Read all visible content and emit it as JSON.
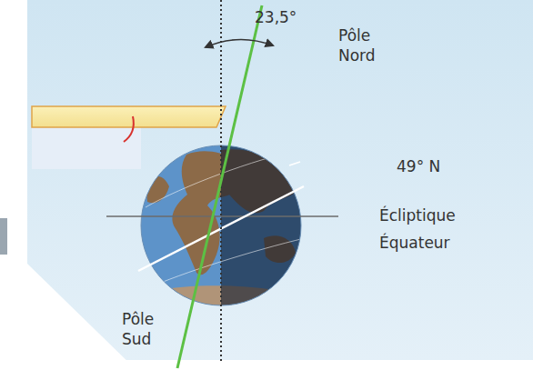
{
  "diagram": {
    "labels": [
      "23,5°",
      "Pôle Nord",
      "49° N",
      "Écliptique",
      "Équateur",
      "Pôle Sud"
    ]
  }
}
